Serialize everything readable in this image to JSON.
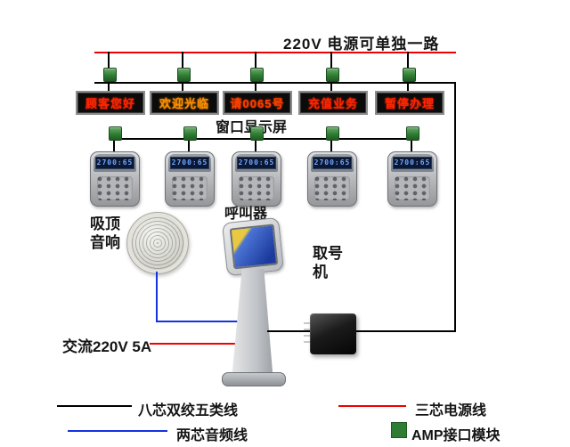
{
  "top": {
    "power_note": "220V 电源可单独一路"
  },
  "window_displays": {
    "caption": "窗口显示屏",
    "items": [
      {
        "text": "顾客您好",
        "color": "#ff2500"
      },
      {
        "text": "欢迎光临",
        "color": "#ff9000"
      },
      {
        "text": "请0065号",
        "color": "#ff4000"
      },
      {
        "text": "充值业务",
        "color": "#ff2500"
      },
      {
        "text": "暂停办理",
        "color": "#ff2500"
      }
    ]
  },
  "callers": {
    "caption": "呼叫器",
    "lcd_text": "2700:65"
  },
  "speaker": {
    "label": "吸顶音响"
  },
  "kiosk": {
    "label": "取号机"
  },
  "ac_label": "交流220V 5A",
  "legend": {
    "cat5_cable": "八芯双绞五类线",
    "power_cable": "三芯电源线",
    "audio_cable": "两芯音频线",
    "amp_module": "AMP接口模块"
  },
  "colors": {
    "power_line": "#f00000",
    "data_line": "#000000",
    "audio_line": "#1533e0",
    "amp_green": "#2f7d32"
  }
}
